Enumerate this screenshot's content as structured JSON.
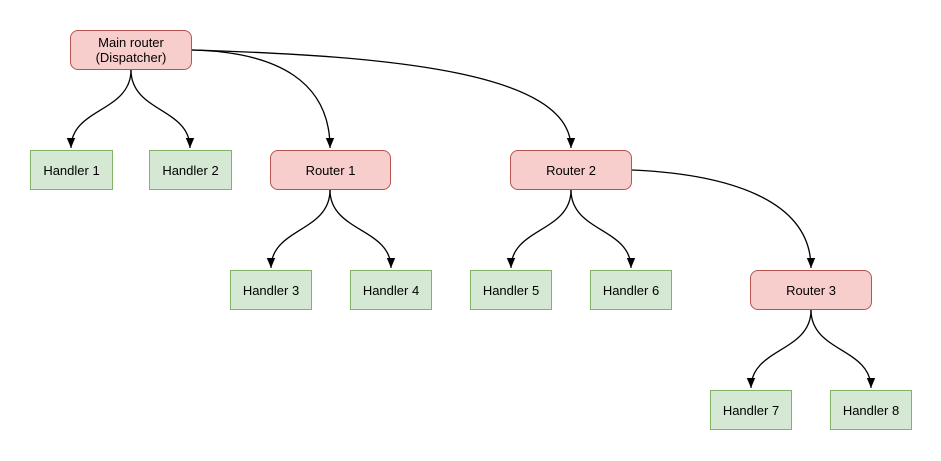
{
  "diagram": {
    "kind": "tree",
    "colors": {
      "router_fill": "#f8cecc",
      "router_border": "#b85450",
      "handler_fill": "#d5e8d4",
      "handler_border": "#82b366",
      "edge": "#000000",
      "background": "#ffffff",
      "text": "#000000"
    },
    "nodes": [
      {
        "id": "main-router",
        "label": "Main router\n(Dispatcher)",
        "type": "router"
      },
      {
        "id": "handler-1",
        "label": "Handler 1",
        "type": "handler"
      },
      {
        "id": "handler-2",
        "label": "Handler 2",
        "type": "handler"
      },
      {
        "id": "router-1",
        "label": "Router 1",
        "type": "router"
      },
      {
        "id": "router-2",
        "label": "Router 2",
        "type": "router"
      },
      {
        "id": "handler-3",
        "label": "Handler 3",
        "type": "handler"
      },
      {
        "id": "handler-4",
        "label": "Handler 4",
        "type": "handler"
      },
      {
        "id": "handler-5",
        "label": "Handler 5",
        "type": "handler"
      },
      {
        "id": "handler-6",
        "label": "Handler 6",
        "type": "handler"
      },
      {
        "id": "router-3",
        "label": "Router 3",
        "type": "router"
      },
      {
        "id": "handler-7",
        "label": "Handler 7",
        "type": "handler"
      },
      {
        "id": "handler-8",
        "label": "Handler 8",
        "type": "handler"
      }
    ],
    "edges": [
      {
        "from": "main-router",
        "to": "handler-1"
      },
      {
        "from": "main-router",
        "to": "handler-2"
      },
      {
        "from": "main-router",
        "to": "router-1"
      },
      {
        "from": "main-router",
        "to": "router-2"
      },
      {
        "from": "router-1",
        "to": "handler-3"
      },
      {
        "from": "router-1",
        "to": "handler-4"
      },
      {
        "from": "router-2",
        "to": "handler-5"
      },
      {
        "from": "router-2",
        "to": "handler-6"
      },
      {
        "from": "router-2",
        "to": "router-3"
      },
      {
        "from": "router-3",
        "to": "handler-7"
      },
      {
        "from": "router-3",
        "to": "handler-8"
      }
    ]
  }
}
